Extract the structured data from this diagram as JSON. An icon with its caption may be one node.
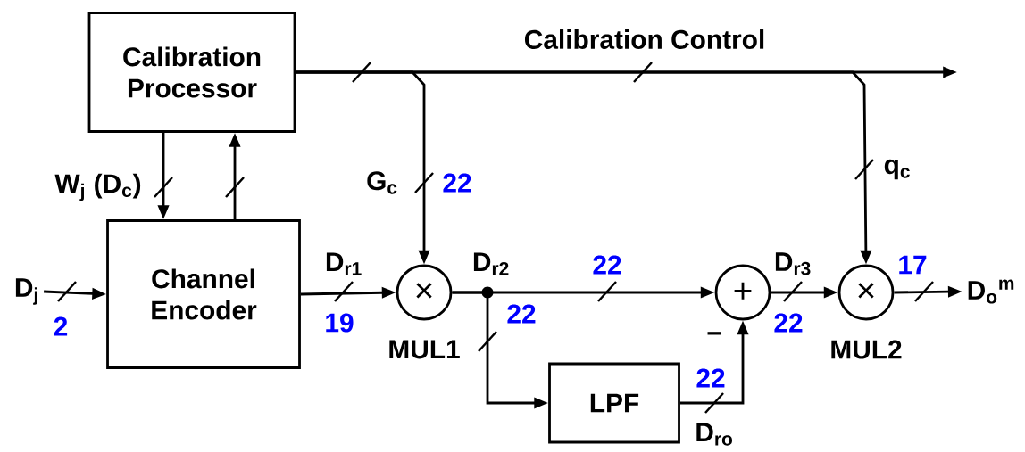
{
  "diagram": {
    "nodes": [
      {
        "text": [
          "Calibration Processor"
        ]
      },
      {
        "text": [
          "Channel Encoder"
        ]
      },
      {
        "text": [
          "×"
        ],
        "beside": [
          "MUL1"
        ]
      },
      {
        "text": [
          "+"
        ]
      },
      {
        "text": [
          "×"
        ],
        "beside": [
          "MUL2"
        ]
      },
      {
        "text": [
          "LPF"
        ]
      },
      {
        "text": [
          "D$_{j}$"
        ]
      },
      {
        "text": [
          "D$_{o}$$^{m}$"
        ]
      }
    ],
    "edges": [
      {
        "from": 0,
        "to": 1,
        "arrow": "to",
        "label": "W$_{j}$ (D$_{c}$)"
      },
      {
        "from": 1,
        "to": 0,
        "arrow": "to"
      },
      {
        "from": 0,
        "to": null,
        "arrow": "to",
        "label": "Calibration Control"
      },
      {
        "from": 0,
        "to": 2,
        "arrow": "to",
        "label": "G$_{c}$"
      },
      {
        "from": 0,
        "to": 4,
        "arrow": "to",
        "label": "q$_{c}$"
      },
      {
        "from": 6,
        "to": 1,
        "arrow": "to"
      },
      {
        "from": 1,
        "to": 2,
        "arrow": "to",
        "label": "D$_{r1}$"
      },
      {
        "from": 2,
        "to": 3,
        "arrow": "to",
        "label": "D$_{r2}$"
      },
      {
        "from": 2,
        "to": 5,
        "arrow": "to"
      },
      {
        "from": 5,
        "to": 3,
        "arrow": "to",
        "label": "D$_{ro}$"
      },
      {
        "from": 3,
        "to": 4,
        "arrow": "to",
        "label": "D$_{r3}$"
      },
      {
        "from": 4,
        "to": 7,
        "arrow": "to"
      }
    ],
    "labels": [
      "22",
      "2",
      "19",
      "22",
      "22",
      "22",
      "−",
      "22",
      "17"
    ]
  }
}
